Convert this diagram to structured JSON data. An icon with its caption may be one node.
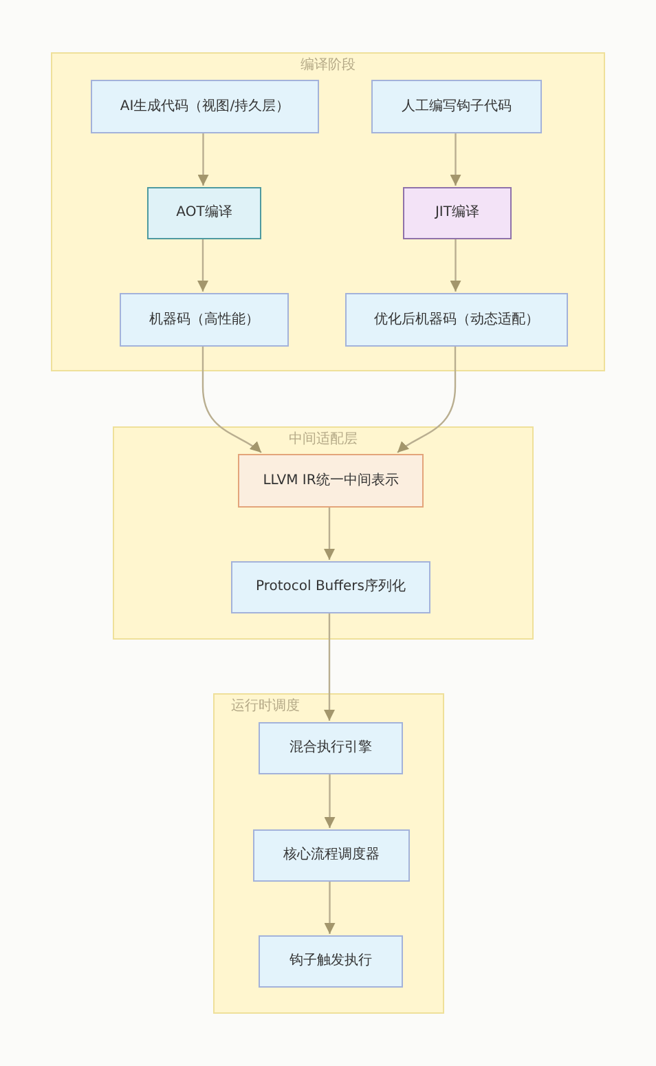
{
  "diagram": {
    "nodes": [
      {
        "text": [
          "编译阶段"
        ]
      },
      {
        "text": [
          "AI生成代码（视图/持久层）"
        ],
        "in": 0
      },
      {
        "text": [
          "人工编写钩子代码"
        ],
        "in": 0
      },
      {
        "text": [
          "AOT编译"
        ],
        "in": 0
      },
      {
        "text": [
          "JIT编译"
        ],
        "in": 0
      },
      {
        "text": [
          "机器码（高性能）"
        ],
        "in": 0
      },
      {
        "text": [
          "优化后机器码（动态适配）"
        ],
        "in": 0
      },
      {
        "text": [
          "中间适配层"
        ]
      },
      {
        "text": [
          "LLVM IR统一中间表示"
        ],
        "in": 7
      },
      {
        "text": [
          "Protocol Buffers序列化"
        ],
        "in": 7
      },
      {
        "text": [
          "运行时调度"
        ]
      },
      {
        "text": [
          "混合执行引擎"
        ],
        "in": 10
      },
      {
        "text": [
          "核心流程调度器"
        ],
        "in": 10
      },
      {
        "text": [
          "钩子触发执行"
        ],
        "in": 10
      }
    ],
    "edges": [
      {
        "from": 1,
        "to": 3,
        "arrow": "to"
      },
      {
        "from": 2,
        "to": 4,
        "arrow": "to"
      },
      {
        "from": 3,
        "to": 5,
        "arrow": "to"
      },
      {
        "from": 4,
        "to": 6,
        "arrow": "to"
      },
      {
        "from": 5,
        "to": 8,
        "arrow": "to"
      },
      {
        "from": 6,
        "to": 8,
        "arrow": "to"
      },
      {
        "from": 8,
        "to": 9,
        "arrow": "to"
      },
      {
        "from": 9,
        "to": 11,
        "arrow": "to"
      },
      {
        "from": 11,
        "to": 12,
        "arrow": "to"
      },
      {
        "from": 12,
        "to": 13,
        "arrow": "to"
      }
    ]
  }
}
